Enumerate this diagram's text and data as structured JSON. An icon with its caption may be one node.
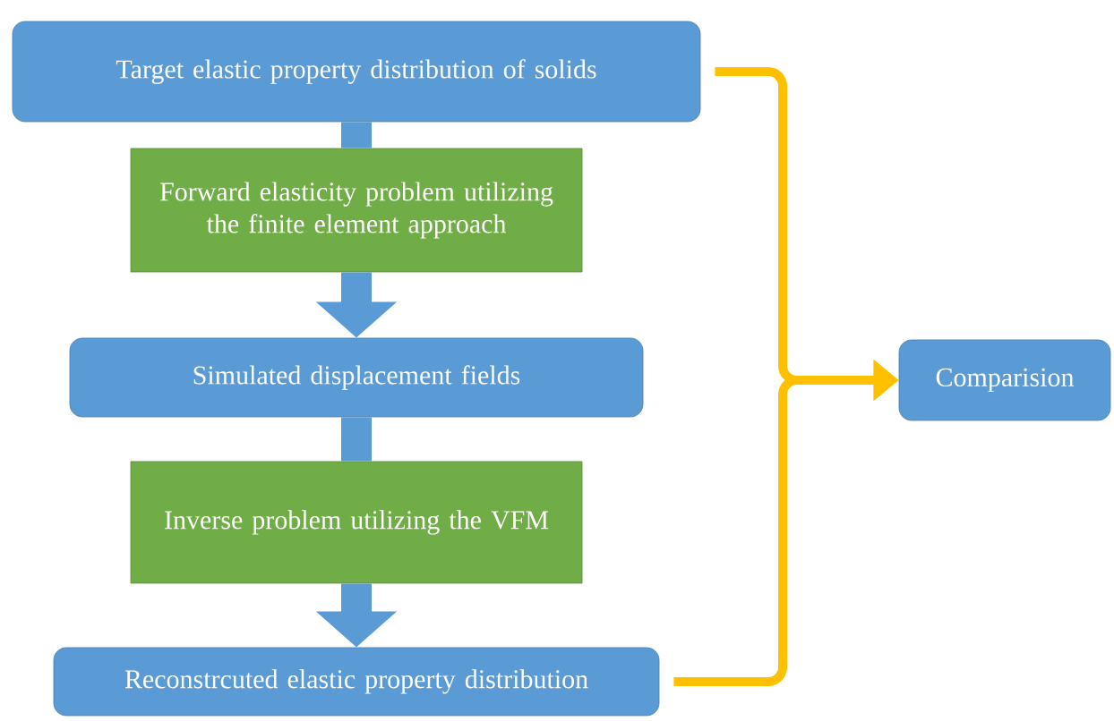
{
  "diagram": {
    "nodes": [
      {
        "text": [
          "Target elastic property distribution of solids"
        ]
      },
      {
        "text": [
          "Forward elasticity problem utilizing the finite element approach"
        ]
      },
      {
        "text": [
          "Simulated displacement fields"
        ]
      },
      {
        "text": [
          "Inverse problem utilizing the VFM"
        ]
      },
      {
        "text": [
          "Reconstrcuted elastic property distribution"
        ]
      },
      {
        "text": [
          "Comparision"
        ]
      }
    ],
    "edges": [
      {
        "from": 0,
        "to": 1,
        "arrow": "none"
      },
      {
        "from": 1,
        "to": 2,
        "arrow": "to"
      },
      {
        "from": 2,
        "to": 3,
        "arrow": "none"
      },
      {
        "from": 3,
        "to": 4,
        "arrow": "to"
      },
      {
        "from": 0,
        "to": 5,
        "arrow": "to",
        "color": "#ffc000"
      },
      {
        "from": 4,
        "to": 5,
        "arrow": "to",
        "color": "#ffc000"
      }
    ]
  }
}
